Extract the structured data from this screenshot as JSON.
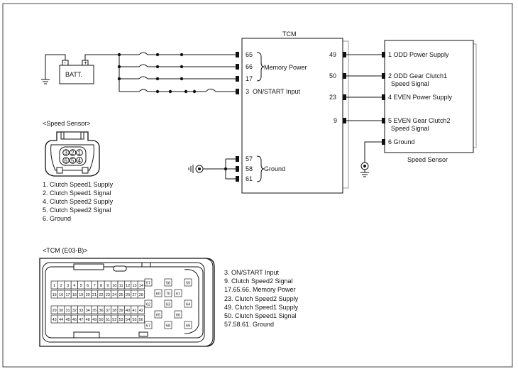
{
  "battery": {
    "label": "BATT.",
    "neg": "-",
    "pos": "+"
  },
  "tcm": {
    "title": "TCM",
    "left_pins": [
      "65",
      "66",
      "17",
      "3",
      "57",
      "58",
      "61"
    ],
    "left_labels": {
      "memory_power": "Memory Power",
      "on_start": "ON/START Input",
      "ground": "Ground"
    },
    "right_pins": [
      "49",
      "50",
      "23",
      "9"
    ]
  },
  "speed_sensor_box": {
    "caption": "Speed Sensor",
    "items": [
      {
        "line1": "1 ODD Power Supply",
        "line2": ""
      },
      {
        "line1": "2 ODD Gear Clutch1",
        "line2": "Speed Signal"
      },
      {
        "line1": "4 EVEN Power Supply",
        "line2": ""
      },
      {
        "line1": "5 EVEN Gear Clutch2",
        "line2": "Speed Signal"
      },
      {
        "line1": "6 Ground",
        "line2": ""
      }
    ]
  },
  "speed_sensor_connector": {
    "title": "<Speed Sensor>",
    "pins": [
      "3",
      "2",
      "1",
      "6",
      "5",
      "4"
    ],
    "legend": [
      "1. Clutch Speed1 Supply",
      "2. Clutch Speed1 Signal",
      "4. Clutch Speed2 Supply",
      "5. Clutch Speed2 Signal",
      "6. Ground"
    ]
  },
  "tcm_connector": {
    "title": "<TCM (E03-B)>",
    "rows": [
      [
        "1",
        "2",
        "3",
        "4",
        "5",
        "6",
        "7",
        "8",
        "9",
        "10",
        "11",
        "12",
        "13",
        "14"
      ],
      [
        "15",
        "16",
        "17",
        "18",
        "19",
        "20",
        "21",
        "22",
        "23",
        "24",
        "25",
        "26",
        "27",
        "28"
      ],
      [
        "29",
        "30",
        "31",
        "32",
        "33",
        "34",
        "35",
        "36",
        "37",
        "38",
        "39",
        "40",
        "41",
        "42"
      ],
      [
        "43",
        "44",
        "45",
        "46",
        "47",
        "48",
        "49",
        "50",
        "51",
        "52",
        "53",
        "54",
        "55",
        "56"
      ]
    ],
    "right_pins": [
      "57",
      "58",
      "59",
      "60",
      "61",
      "62",
      "63",
      "64",
      "65",
      "66",
      "67",
      "68",
      "69",
      "70"
    ],
    "legend": [
      "3. ON/START Input",
      "9. Clutch Speed2 Signal",
      "17.65.66. Memory Power",
      "23. Clutch Speed2 Supply",
      "49. Clutch Speed1 Supply",
      "50. Clutch Speed1 Signal",
      "57.58.61. Ground"
    ]
  }
}
